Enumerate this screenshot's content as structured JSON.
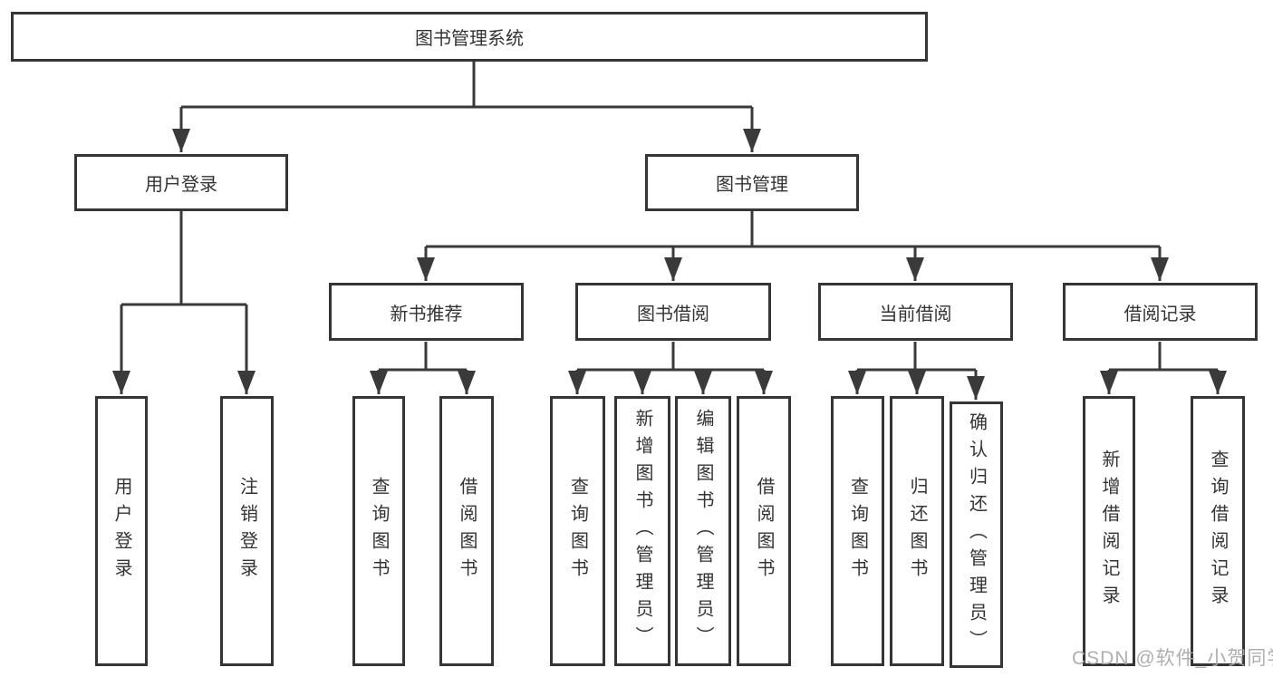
{
  "diagram_title": "图书管理系统",
  "nodes": {
    "root": {
      "label": "图书管理系统"
    },
    "branches": [
      {
        "label": "用户登录"
      },
      {
        "label": "图书管理"
      }
    ],
    "sections": [
      {
        "label": "新书推荐",
        "parent": "图书管理"
      },
      {
        "label": "图书借阅",
        "parent": "图书管理"
      },
      {
        "label": "当前借阅",
        "parent": "图书管理"
      },
      {
        "label": "借阅记录",
        "parent": "图书管理"
      }
    ],
    "leaves": [
      {
        "label": "用户登录",
        "parent": "用户登录"
      },
      {
        "label": "注销登录",
        "parent": "用户登录"
      },
      {
        "label": "查询图书",
        "parent": "新书推荐"
      },
      {
        "label": "借阅图书",
        "parent": "新书推荐"
      },
      {
        "label": "查询图书",
        "parent": "图书借阅"
      },
      {
        "label": "新增图书（管理员）",
        "parent": "图书借阅"
      },
      {
        "label": "编辑图书（管理员）",
        "parent": "图书借阅"
      },
      {
        "label": "借阅图书",
        "parent": "图书借阅"
      },
      {
        "label": "查询图书",
        "parent": "当前借阅"
      },
      {
        "label": "归还图书",
        "parent": "当前借阅"
      },
      {
        "label": "确认归还（管理员）",
        "parent": "当前借阅"
      },
      {
        "label": "新增借阅记录",
        "parent": "借阅记录"
      },
      {
        "label": "查询借阅记录",
        "parent": "借阅记录"
      }
    ]
  },
  "watermark": {
    "text": "CSDN @软件_小贺同学"
  },
  "colors": {
    "line": "#3a3a3a",
    "box_border": "#353535",
    "text": "#333333",
    "background": "#ffffff",
    "watermark": "#a8a8a8"
  }
}
